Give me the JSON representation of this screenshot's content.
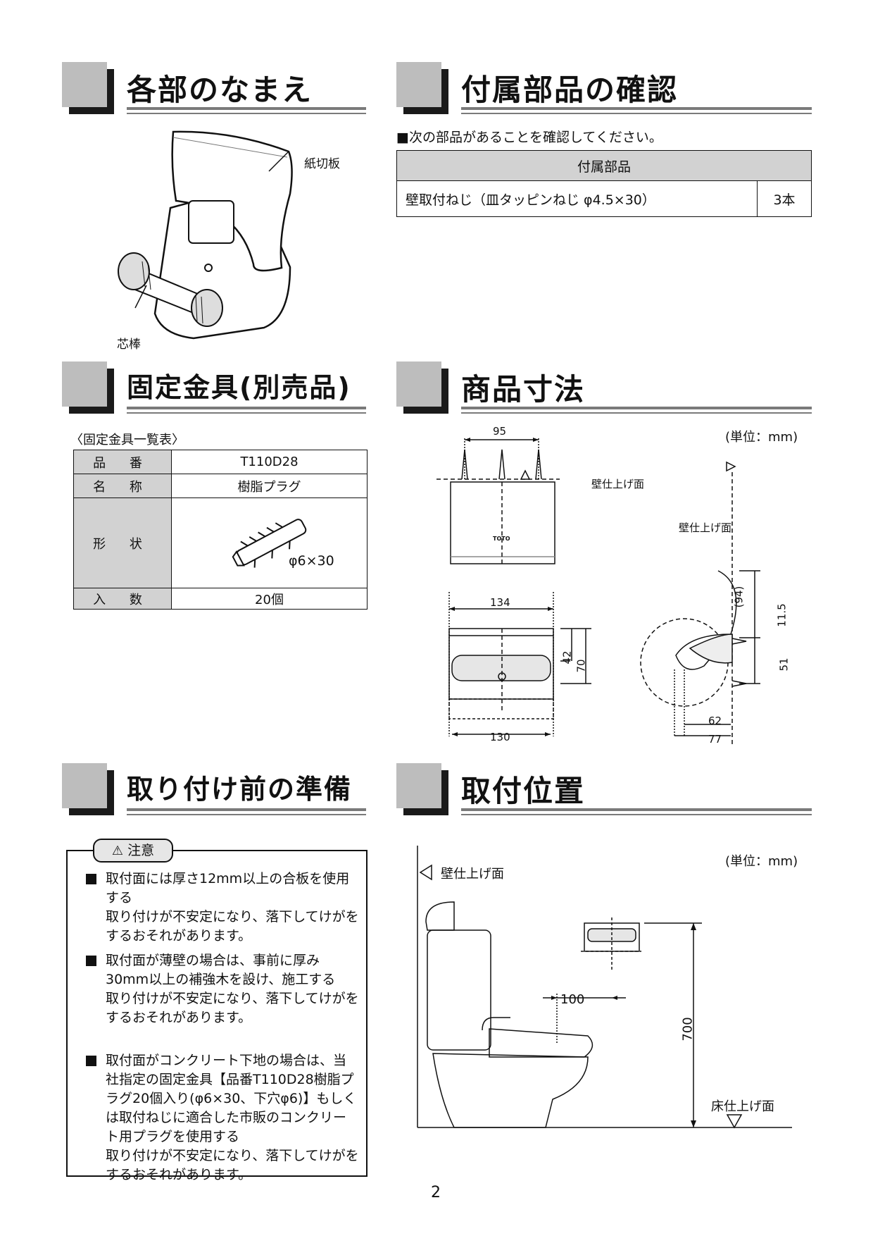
{
  "sections": {
    "names": "各部のなまえ",
    "parts": "付属部品の確認",
    "fixture": "固定金具(別売品)",
    "dimensions": "商品寸法",
    "prep": "取り付け前の準備",
    "position": "取付位置"
  },
  "names_labels": {
    "cutter": "紙切板",
    "core": "芯棒"
  },
  "parts_check": {
    "note": "■次の部品があることを確認してください。",
    "header": "付属部品",
    "item": "壁取付ねじ（皿タッピンねじ φ4.5×30）",
    "qty": "3本"
  },
  "fixture": {
    "caption": "〈固定金具一覧表〉",
    "rows": {
      "part_no_label": "品 番",
      "part_no": "T110D28",
      "name_label": "名 称",
      "name": "樹脂プラグ",
      "shape_label": "形 状",
      "shape_size": "φ6×30",
      "qty_label": "入 数",
      "qty": "20個"
    }
  },
  "dimensions": {
    "unit": "(単位：mm)",
    "wall_face": "壁仕上げ面",
    "brand": "TOTO",
    "d95": "95",
    "d134": "134",
    "d130": "130",
    "d42": "42",
    "d70": "70",
    "d94": "(94)",
    "d11_5": "11.5",
    "d51": "51",
    "d62": "62",
    "d77": "77"
  },
  "caution": {
    "tab": "注意",
    "items": [
      {
        "head": "取付面には厚さ12mm以上の合板を使用する",
        "body": "取り付けが不安定になり、落下してけがをするおそれがあります。"
      },
      {
        "head": "取付面が薄壁の場合は、事前に厚み30mm以上の補強木を設け、施工する",
        "body": "取り付けが不安定になり、落下してけがをするおそれがあります。"
      },
      {
        "head": "取付面がコンクリート下地の場合は、当社指定の固定金具【品番T110D28樹脂プラグ20個入り(φ6×30、下穴φ6)】もしくは取付ねじに適合した市販のコンクリート用プラグを使用する",
        "body": "取り付けが不安定になり、落下してけがをするおそれがあります。"
      }
    ]
  },
  "position": {
    "unit": "(単位：mm)",
    "wall_face": "壁仕上げ面",
    "floor_face": "床仕上げ面",
    "d100": "100",
    "d700": "700"
  },
  "page_number": "2"
}
